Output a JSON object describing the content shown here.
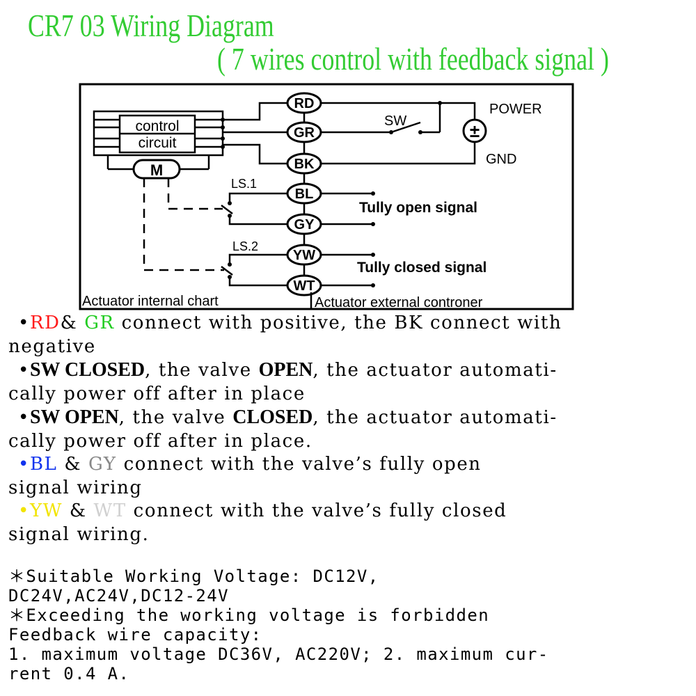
{
  "title": {
    "line1": "CR7 03 Wiring Diagram",
    "line2": "( 7 wires control with feedback signal )"
  },
  "diagram": {
    "control_line1": "control",
    "control_line2": "circuit",
    "motor": "M",
    "terminals": [
      "RD",
      "GR",
      "BK",
      "BL",
      "GY",
      "YW",
      "WT"
    ],
    "switch_label": "SW",
    "power_label": "POWER",
    "power_symbol": "±",
    "gnd_label": "GND",
    "ls1": "LS.1",
    "ls2": "LS.2",
    "open_signal": "Tully open signal",
    "closed_signal": "Tully closed signal",
    "internal_caption": "Actuator internal chart",
    "external_caption": "Actuator external controner"
  },
  "notes": {
    "n1": {
      "bullet": "•",
      "rd": "RD",
      "amp": "&",
      "gr": "GR",
      "rest": "connect with positive, the BK connect with",
      "cont": "negative"
    },
    "n2": {
      "bullet": "•",
      "b1": "SW CLOSED",
      "mid": ", the valve ",
      "b2": "OPEN",
      "rest": ", the actuator automati-",
      "cont": "cally power off after in place"
    },
    "n3": {
      "bullet": "•",
      "b1": "SW OPEN",
      "mid": ", the valve ",
      "b2": "CLOSED",
      "rest": ", the actuator automati-",
      "cont": "cally power off after in place."
    },
    "n4": {
      "bullet": "•",
      "bl": "BL",
      "amp": "&",
      "gy": "GY",
      "rest": "connect with the valve’s fully open",
      "cont": "signal wiring"
    },
    "n5": {
      "bullet": "•",
      "yw": "YW",
      "amp": "&",
      "wt": "WT",
      "rest": "connect with the valve’s fully closed",
      "cont": "signal wiring."
    }
  },
  "specs": {
    "s1": "＊Suitable Working Voltage: DC12V,",
    "s2": "DC24V,AC24V,DC12-24V",
    "s3": "＊Exceeding the working voltage is forbidden",
    "s4": "Feedback wire capacity:",
    "s5": "1. maximum voltage DC36V, AC220V; 2. maximum cur-",
    "s6": "rent 0.4 A."
  }
}
